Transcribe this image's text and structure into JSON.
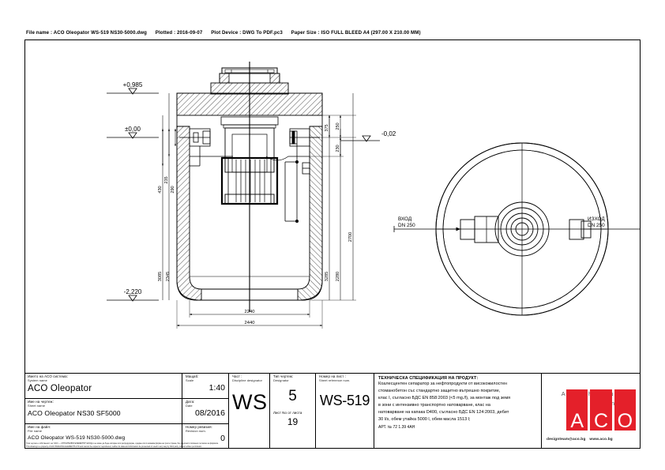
{
  "plot_header": {
    "file_name": "File name : ACO Oleopator WS-519 NS30-5000.dwg",
    "plotted": "Plotted : 2016-09-07",
    "plot_device": "Plot Device : DWG To PDF.pc3",
    "paper_size": "Paper Size : ISO FULL BLEED A4 (297.00 X 210.00 MM)"
  },
  "drawing": {
    "elevations": {
      "top": "+0,985",
      "zero": "±0,00",
      "outlet": "-0,02",
      "bottom": "-2,220"
    },
    "vertical_dims_left": [
      "290",
      "235",
      "430",
      "3085",
      "2345"
    ],
    "vertical_dims_right": [
      "375",
      "250",
      "230",
      "3285",
      "2280",
      "2700"
    ],
    "horizontal_dims": [
      "2240",
      "2440"
    ],
    "plan_labels": {
      "inlet_name": "ВХОД",
      "inlet_dn": "DN 250",
      "outlet_name": "ИЗХОД",
      "outlet_dn": "DN 250"
    }
  },
  "title_block": {
    "system_name": {
      "bg": "Името на ACO система:",
      "en": "System name",
      "value": "ACO Oleopator"
    },
    "sheet_name": {
      "bg": "Име на чертеж:",
      "en": "Sheet name",
      "value": "ACO Oleopator NS30 SF5000"
    },
    "file_name": {
      "bg": "Име на файл:",
      "en": "File name",
      "value": "ACO Oleopator WS-519 NS30-5000.dwg"
    },
    "scale": {
      "bg": "Мащаб:",
      "en": "Scale",
      "value": "1:40"
    },
    "date": {
      "bg": "Дата:",
      "en": "Date",
      "value": "08/2016"
    },
    "revision": {
      "bg": "Номер ревизия:",
      "en": "Revision num.",
      "value": "0"
    },
    "discipline": {
      "bg": "Част :",
      "en": "Discipline designator",
      "value": "WS"
    },
    "designator": {
      "bg": "Тип чертеж:",
      "en": "Designator",
      "value": "5"
    },
    "sheet_of": {
      "bg": "Лист No от листа",
      "value": "19"
    },
    "sheet_ref": {
      "bg": "Номер на лист :",
      "en": "Sheet reference num.",
      "value": "WS-519"
    },
    "spec": {
      "title": "ТЕХНИЧЕСКА СПЕЦИФИКАЦИЯ НА ПРОДУКТ:",
      "lines": [
        "Коалесцентен сепаратор за нефтопродукти от високожилостен",
        "стоманобетон със стандартно защитно вътрешно покритие,",
        "клас I, съгласно БДС EN 858:2003 (<5 mg./l), за монтаж под земя",
        "в зони с интензивно транспортно натоварване, клас на",
        "натоварване на капака D400, съгласно БДС EN 124:2003, дебит",
        "30 l/s, обем утайка 5000 l, обем масла 1513 l;"
      ],
      "art": "АРТ. № 72 1.39 4АН"
    },
    "brand": {
      "slogan_line1": "ACO . The Future of",
      "slogan_line2": "Drainage.",
      "email": "designteam@aco.bg",
      "web": "www.aco.bg",
      "logo_letters": [
        "A",
        "C",
        "O"
      ],
      "logo_color": "#e4202a"
    }
  },
  "disclaimer": {
    "line1": "Този чертеж е собственост на \"АСО — СТРОИТЕЛНИ ЕЛЕМЕНТИ\" ЕООД и не може да бъде копиран или репродуциран, нуждае или в никаква форма на трета страна, без изричното писмено съгласие на фирмата.",
    "line2": "This drawing is a property of ACO BUILDING ELEMENTS LTD and cannot be copied or reproduced, neither its data and information be presented or used in any way by third party, without written permission."
  }
}
